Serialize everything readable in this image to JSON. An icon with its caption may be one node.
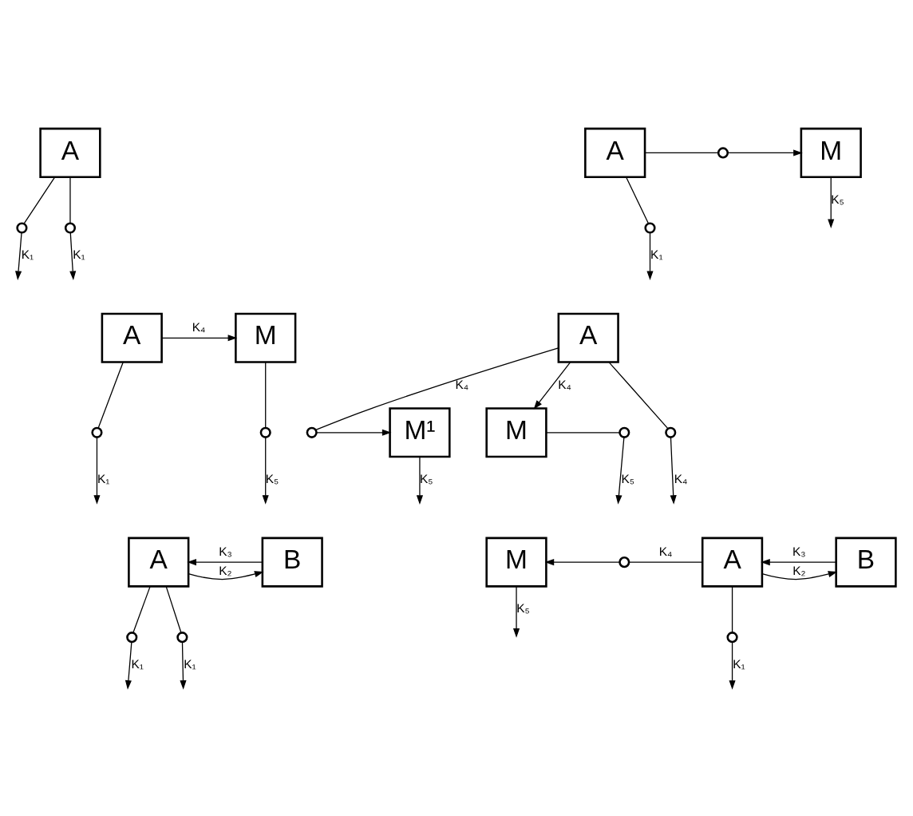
{
  "diagram": {
    "nodes": [
      {
        "text": [
          "A"
        ]
      },
      {
        "text": [],
        "shape": "circle"
      },
      {
        "text": [],
        "shape": "circle"
      },
      {
        "text": [
          "A"
        ]
      },
      {
        "text": [],
        "shape": "circle"
      },
      {
        "text": [
          "M"
        ]
      },
      {
        "text": [],
        "shape": "circle"
      },
      {
        "text": [
          "A"
        ]
      },
      {
        "text": [
          "M"
        ]
      },
      {
        "text": [],
        "shape": "circle"
      },
      {
        "text": [],
        "shape": "circle"
      },
      {
        "text": [
          "M¹"
        ]
      },
      {
        "text": [],
        "shape": "circle"
      },
      {
        "text": [
          "A"
        ]
      },
      {
        "text": [
          "M"
        ]
      },
      {
        "text": [],
        "shape": "circle"
      },
      {
        "text": [],
        "shape": "circle"
      },
      {
        "text": [
          "A"
        ]
      },
      {
        "text": [
          "B"
        ]
      },
      {
        "text": [],
        "shape": "circle"
      },
      {
        "text": [],
        "shape": "circle"
      },
      {
        "text": [
          "M"
        ]
      },
      {
        "text": [],
        "shape": "circle"
      },
      {
        "text": [
          "A"
        ]
      },
      {
        "text": [
          "B"
        ]
      },
      {
        "text": [],
        "shape": "circle"
      }
    ],
    "edges": [
      {
        "from": 0,
        "to": 1,
        "arrow": "none"
      },
      {
        "from": 1,
        "to": null,
        "arrow": "to",
        "label": "K₁"
      },
      {
        "from": 0,
        "to": 2,
        "arrow": "none"
      },
      {
        "from": 2,
        "to": null,
        "arrow": "to",
        "label": "K₁"
      },
      {
        "from": 3,
        "to": 4,
        "arrow": "none"
      },
      {
        "from": 4,
        "to": 5,
        "arrow": "to"
      },
      {
        "from": 3,
        "to": 6,
        "arrow": "none"
      },
      {
        "from": 6,
        "to": null,
        "arrow": "to",
        "label": "K₁"
      },
      {
        "from": 5,
        "to": null,
        "arrow": "to",
        "label": "K₅"
      },
      {
        "from": 7,
        "to": 8,
        "arrow": "to",
        "label": "K₄"
      },
      {
        "from": 7,
        "to": 9,
        "arrow": "none"
      },
      {
        "from": 9,
        "to": null,
        "arrow": "to",
        "label": "K₁"
      },
      {
        "from": 8,
        "to": 10,
        "arrow": "none"
      },
      {
        "from": 10,
        "to": null,
        "arrow": "to",
        "label": "K₅"
      },
      {
        "from": 13,
        "to": 12,
        "arrow": "none",
        "label": "K₄"
      },
      {
        "from": 12,
        "to": 11,
        "arrow": "to"
      },
      {
        "from": 11,
        "to": null,
        "arrow": "to",
        "label": "K₅"
      },
      {
        "from": 13,
        "to": 14,
        "arrow": "to",
        "label": "K₄"
      },
      {
        "from": 14,
        "to": 15,
        "arrow": "none"
      },
      {
        "from": 15,
        "to": null,
        "arrow": "to",
        "label": "K₅"
      },
      {
        "from": 13,
        "to": 16,
        "arrow": "none"
      },
      {
        "from": 16,
        "to": null,
        "arrow": "to",
        "label": "K₄"
      },
      {
        "from": 17,
        "to": 18,
        "arrow": "to",
        "label": "K₂"
      },
      {
        "from": 18,
        "to": 17,
        "arrow": "to",
        "label": "K₃"
      },
      {
        "from": 17,
        "to": 19,
        "arrow": "none"
      },
      {
        "from": 19,
        "to": null,
        "arrow": "to",
        "label": "K₁"
      },
      {
        "from": 17,
        "to": 20,
        "arrow": "none"
      },
      {
        "from": 20,
        "to": null,
        "arrow": "to",
        "label": "K₁"
      },
      {
        "from": 23,
        "to": 22,
        "arrow": "none",
        "label": "K₄"
      },
      {
        "from": 22,
        "to": 21,
        "arrow": "to"
      },
      {
        "from": 23,
        "to": 24,
        "arrow": "to",
        "label": "K₂"
      },
      {
        "from": 24,
        "to": 23,
        "arrow": "to",
        "label": "K₃"
      },
      {
        "from": 21,
        "to": null,
        "arrow": "to",
        "label": "K₅"
      },
      {
        "from": 23,
        "to": 25,
        "arrow": "none"
      },
      {
        "from": 25,
        "to": null,
        "arrow": "to",
        "label": "K₁"
      }
    ]
  }
}
